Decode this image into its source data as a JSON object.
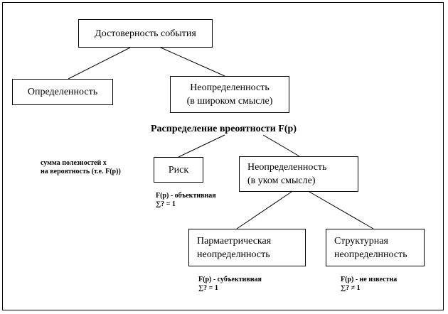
{
  "nodes": {
    "root": {
      "line1": "Достоверность события"
    },
    "certainty": {
      "line1": "Определенность"
    },
    "broad_uncertainty": {
      "line1": "Неопределенность",
      "line2": "(в широком смысле)"
    },
    "risk": {
      "line1": "Риск"
    },
    "narrow_uncertainty": {
      "line1": "Неопределенность",
      "line2": "(в уком смысле)"
    },
    "parametric": {
      "line1": "Пармаетрическая",
      "line2": "неопределнность"
    },
    "structural": {
      "line1": "Структурная",
      "line2": "неопределнность"
    }
  },
  "edge_label": "Распределение вреоятности F(p)",
  "notes": {
    "utility_sum": {
      "line1": "сумма полезностей х",
      "line2": "на вероятность (т.е. F(p))"
    },
    "risk": {
      "line1": "F(p) - объективная",
      "line2": "∑? = 1"
    },
    "parametric": {
      "line1": "F(p) - субъективная",
      "line2": "∑? = 1"
    },
    "structural": {
      "line1": "F(p) - не известна",
      "line2": "∑? ≠ 1"
    }
  }
}
